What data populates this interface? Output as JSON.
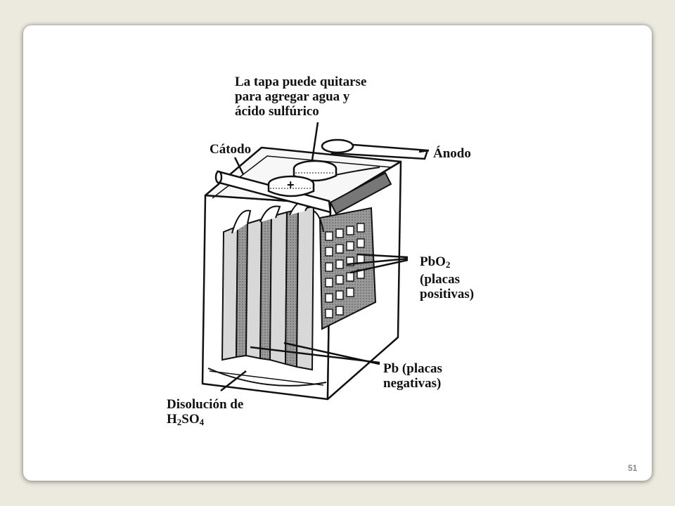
{
  "diagram": {
    "labels": {
      "tapa_line1": "La tapa puede quitarse",
      "tapa_line2": "para agregar agua y",
      "tapa_line3": "ácido sulfúrico",
      "catodo": "Cátodo",
      "anodo": "Ánodo",
      "pbo2_prefix": "PbO",
      "pbo2_sub": "2",
      "pbo2_line2": "(placas",
      "pbo2_line3": "positivas)",
      "pb_line1": "Pb (placas",
      "pb_line2": "negativas)",
      "dis_line1": "Disolución de",
      "dis_h": "H",
      "dis_h_sub": "2",
      "dis_so": "SO",
      "dis_so_sub": "4"
    },
    "symbols": {
      "plus": "+"
    }
  },
  "footer": {
    "page_number": "51"
  }
}
